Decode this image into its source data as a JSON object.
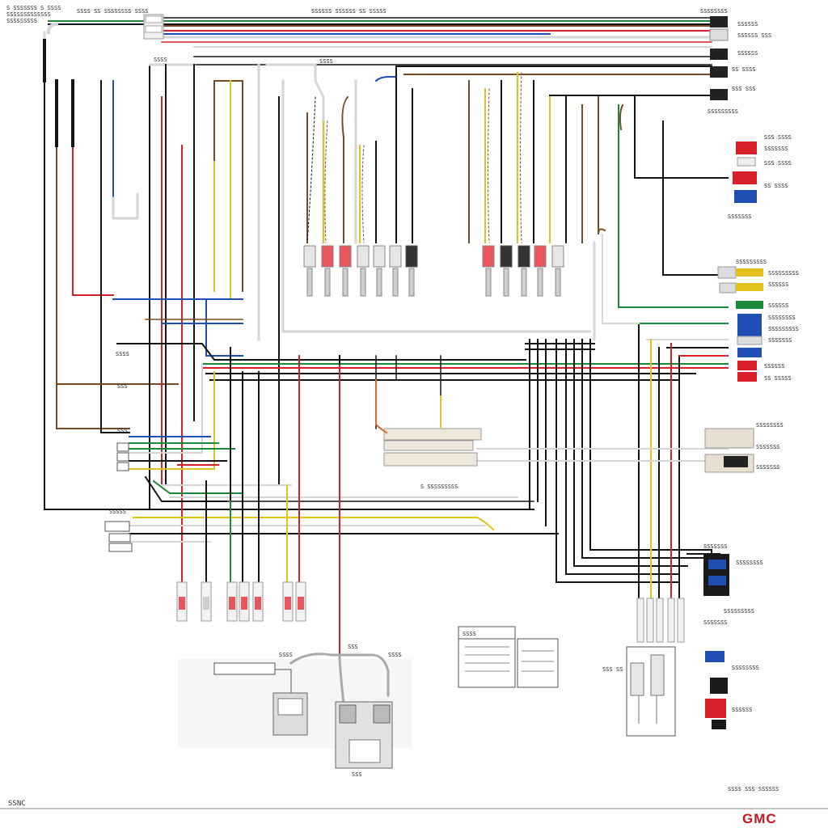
{
  "header": {
    "title_left_1": "S SSSSSSS  S SSSS",
    "title_left_2": "SSSSSSSSSSSSS",
    "title_left_3": "SSSSSSSSS",
    "title_center_left": "SSSS SS SSSSSSSS  SSSS",
    "title_center": "SSSSSS SSSSSS SS SSSSS"
  },
  "connector_labels": {
    "top_right": [
      "SSSSSSSS",
      "SSSSSS",
      "SSSSSS SSS",
      "SSSSSS",
      "SS SSSS",
      "SSS SSS",
      "SSSSSSSSS"
    ],
    "right_upper": [
      "SSS SSSS",
      "SSSSSSS",
      "SSS SSSS",
      "SS SSSS",
      "SSSSSSS"
    ],
    "right_mid_yellow": [
      "SSSSSSSSS",
      "SSSSSSSSS",
      "SSSSSS",
      "SSSSSS"
    ],
    "right_mid_blue": [
      "SSSSSSSS",
      "SSSSSSSSS",
      "SSSSSSS",
      "SSSSSS",
      "SS SSSSS"
    ],
    "right_lower": [
      "SSSSSSSS",
      "SSSSSSS",
      "SSSSSSS"
    ],
    "right_bottom": [
      "SSSSSSS",
      "SSSSSSSS",
      "SSSSSSSSS",
      "SSSSSSS",
      "SSSSSSSS",
      "SSSSSS"
    ],
    "left_side": [
      "SSSS",
      "SSS",
      "SSS",
      "SSSSS",
      "SSSS",
      "SSSS"
    ],
    "mid_label": "S SSSSSSSSS",
    "center_block": "SSSS",
    "bottom_block_left": "SSSS",
    "bottom_block_right": "SSSS",
    "ecu_label": "SSS",
    "ecu_label_2": "SSS",
    "lower_right_label": "SSS SS"
  },
  "footer": {
    "corner_label": "SSNC",
    "brand": "GMC",
    "brand_label": "SSSS SSS SSSSSS"
  },
  "colors": {
    "red": "#d8202a",
    "black": "#151515",
    "blue": "#1f4fb5",
    "green": "#1d8a3a",
    "yellow": "#e2c21b",
    "brown": "#7a4a25",
    "white_wire": "#d6d6d6",
    "gmc_red": "#c8161d"
  }
}
